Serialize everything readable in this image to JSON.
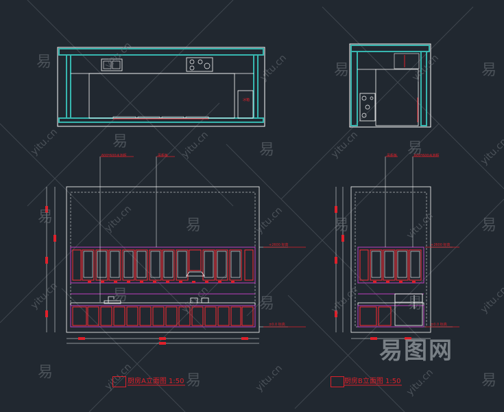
{
  "drawing": {
    "elevation_a_title": "厨房A立面图  1:50",
    "elevation_b_title": "厨房B立面图  1:50",
    "elevation_a_note_left": "600*600水池柜",
    "elevation_a_note_right": "吊柜板",
    "elevation_b_note_left": "吊柜板",
    "elevation_b_note_right": "600*600水池柜",
    "plan_a_label": "冰箱",
    "level_upper_a": "+2600  标高",
    "level_lower_a": "±0.0  标高",
    "level_upper_b": "+2600  标高",
    "level_lower_b": "±0.0  标高"
  },
  "watermark": {
    "glyph": "易",
    "url": "yitu.cn",
    "logo": "易图网"
  },
  "colors": {
    "background": "#212830",
    "wall": "#37b7b0",
    "line": "#ffffff",
    "accent": "#e0202a",
    "cabinet_frame": "#ff2a35",
    "magenta": "#c040c0"
  }
}
